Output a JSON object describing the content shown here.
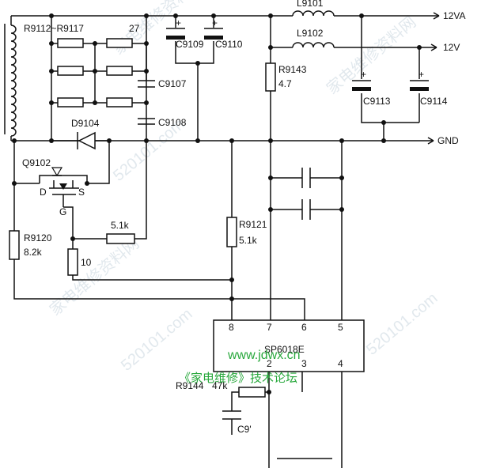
{
  "labels": {
    "l9101": "L9101",
    "l9102": "L9102",
    "out_12va": "12VA",
    "out_12v": "12V",
    "gnd": "GND",
    "r_range": "R9112~R9117",
    "r_range_val": "27",
    "c9109": "C9109",
    "c9110": "C9110",
    "c9107": "C9107",
    "c9108": "C9108",
    "r9143": "R9143",
    "r9143_val": "4.7",
    "c9113": "C9113",
    "c9114": "C9114",
    "d9104": "D9104",
    "q9102": "Q9102",
    "pin_d": "D",
    "pin_s": "S",
    "pin_g": "G",
    "r9120": "R9120",
    "r9120_val": "8.2k",
    "r_5k1": "5.1k",
    "r_10": "10",
    "r9121": "R9121",
    "r9121_val": "5.1k",
    "r9144": "R9144",
    "r9144_val": "47k",
    "c9_partial": "C9'",
    "ic_name": "SP6018E",
    "pin8": "8",
    "pin7": "7",
    "pin6": "6",
    "pin5": "5",
    "pin2": "2",
    "pin3": "3",
    "pin4": "4",
    "website": "www.jdwx.cn",
    "forum": "《家电维修》技术论坛"
  },
  "watermarks": [
    "家电维修资料网",
    "520101.com",
    "家电维修资料网",
    "520101.com",
    "家电维修资料网",
    "520101.com"
  ]
}
